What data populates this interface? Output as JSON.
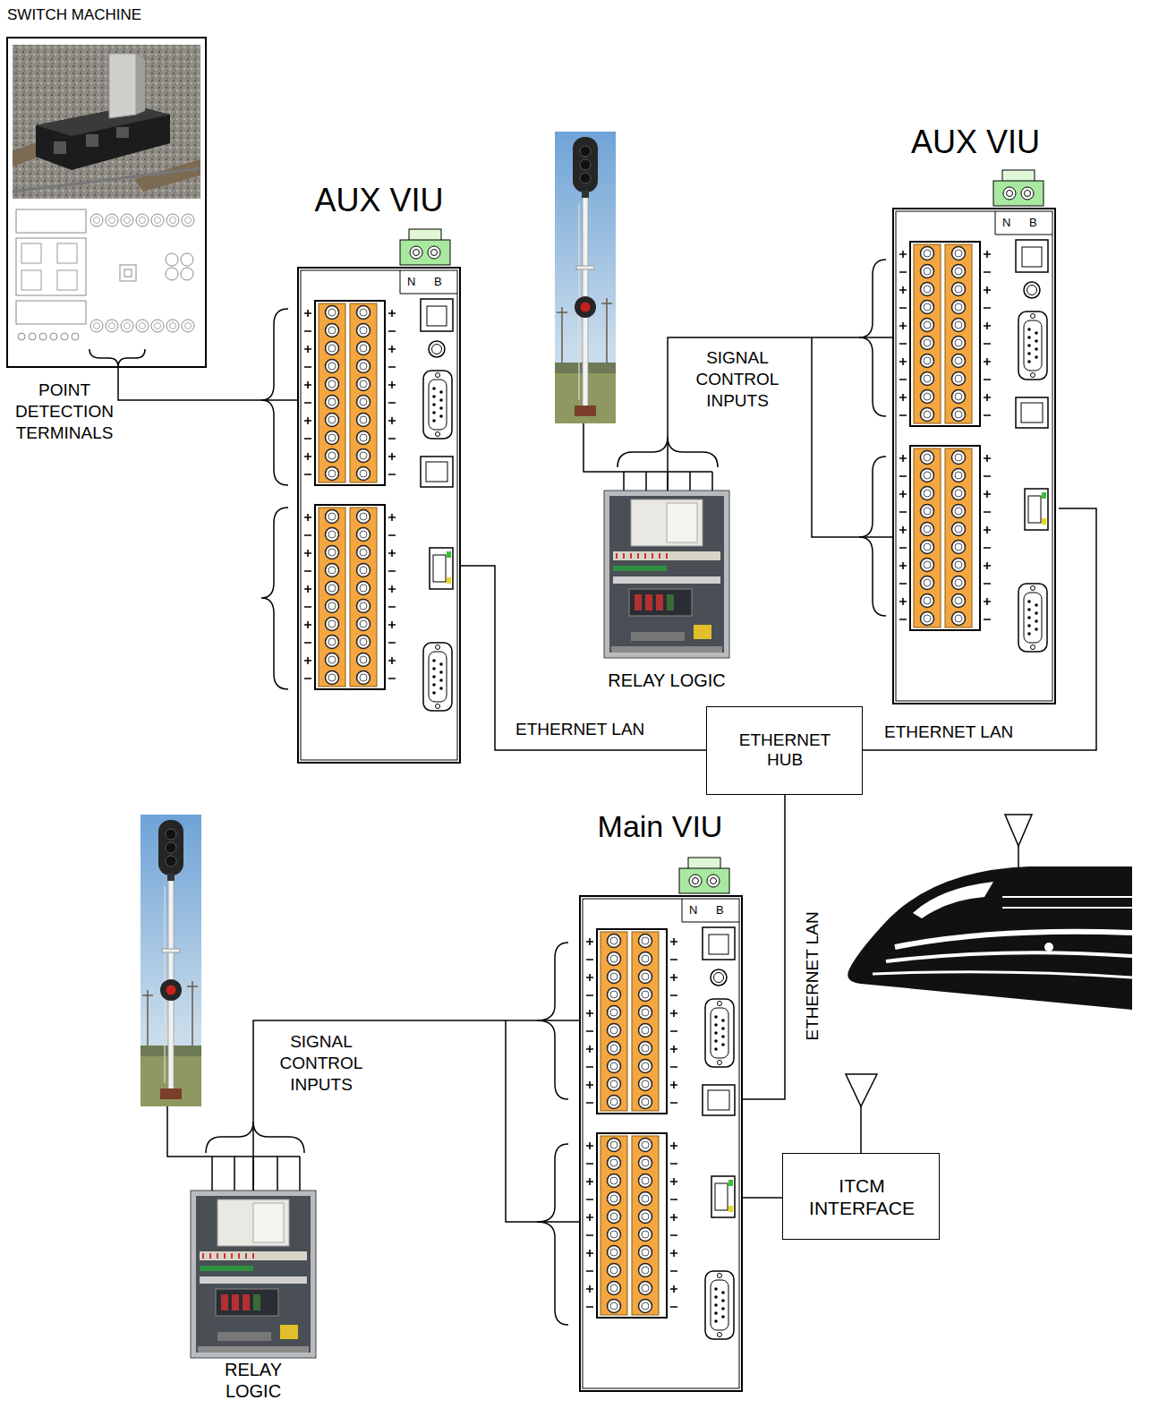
{
  "diagram": {
    "nodes": [
      {
        "text": [
          "SWITCH MACHINE"
        ]
      },
      {
        "text": [
          "AUX VIU"
        ]
      },
      {
        "text": [
          "RELAY LOGIC"
        ]
      },
      {
        "text": [
          "AUX VIU"
        ]
      },
      {
        "text": [
          "ETHERNET HUB"
        ]
      },
      {
        "text": [
          "Main VIU"
        ]
      },
      {
        "text": [
          "RELAY LOGIC"
        ]
      },
      {
        "text": [
          "ITCM INTERFACE"
        ]
      }
    ],
    "edges": [
      {
        "from": 0,
        "to": 1,
        "arrow": "none"
      },
      {
        "from": 2,
        "to": 3,
        "arrow": "none"
      },
      {
        "from": 1,
        "to": 4,
        "label": "ETHERNET LAN",
        "arrow": "none"
      },
      {
        "from": 3,
        "to": 4,
        "label": "ETHERNET LAN",
        "arrow": "none"
      },
      {
        "from": 4,
        "to": 5,
        "label": "ETHERNET LAN",
        "arrow": "none"
      },
      {
        "from": 5,
        "to": 7,
        "arrow": "none"
      },
      {
        "from": 6,
        "to": 5,
        "arrow": "none"
      }
    ],
    "labels": [
      "N",
      "B",
      "N",
      "B",
      "SIGNAL CONTROL INPUTS",
      "POINT DETECTION TERMINALS",
      "N",
      "B",
      "SIGNAL CONTROL INPUTS"
    ]
  }
}
